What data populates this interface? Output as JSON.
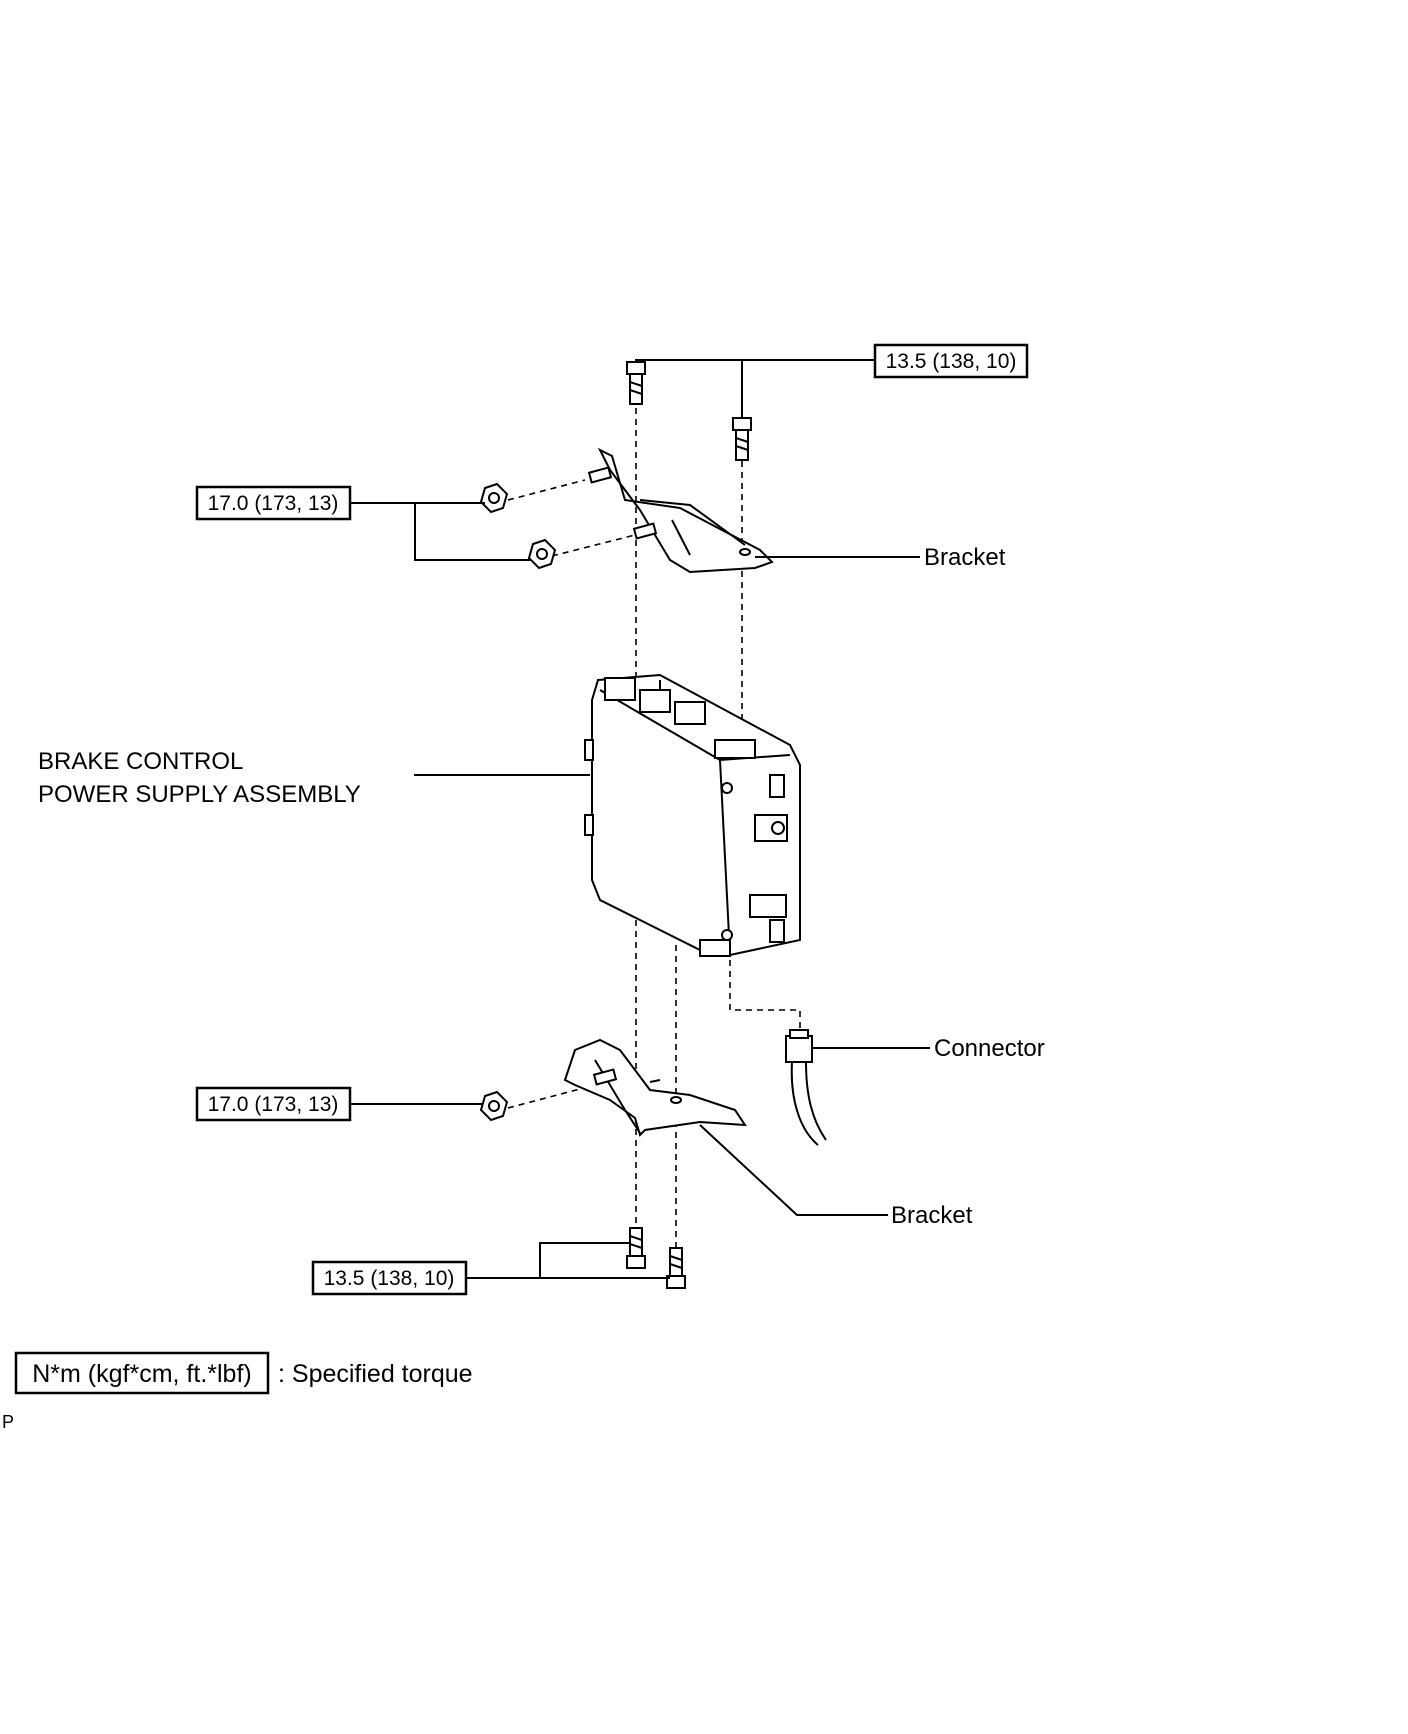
{
  "labels": {
    "bracket_upper": "Bracket",
    "bracket_lower": "Bracket",
    "connector": "Connector",
    "assembly_line1": "BRAKE CONTROL",
    "assembly_line2": "POWER SUPPLY ASSEMBLY"
  },
  "torque_specs": {
    "top_bolts": "13.5 (138, 10)",
    "upper_nuts": "17.0 (173, 13)",
    "lower_nut": "17.0 (173, 13)",
    "bottom_bolts": "13.5 (138, 10)"
  },
  "legend": {
    "unit": "N*m (kgf*cm, ft.*lbf)",
    "description": ": Specified torque"
  },
  "corner_code": "P"
}
